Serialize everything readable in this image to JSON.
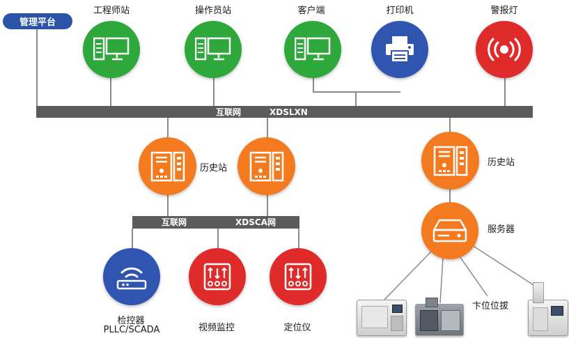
{
  "platform": {
    "label": "管理平台"
  },
  "top_nodes": [
    {
      "label": "工程师站",
      "icon": "workstation-icon"
    },
    {
      "label": "操作员站",
      "icon": "workstation-icon"
    },
    {
      "label": "客户端",
      "icon": "workstation-icon"
    },
    {
      "label": "打印机",
      "icon": "printer-icon"
    },
    {
      "label": "警报灯",
      "icon": "alarm-light-icon"
    }
  ],
  "main_bus": {
    "left_text": "互联网",
    "right_text": "XDSLXN"
  },
  "history_pair": {
    "label": "历史站",
    "icon": "server-tower-icon"
  },
  "lower_bus": {
    "left_text": "互联网",
    "right_text": "XDSCA网"
  },
  "field_nodes": [
    {
      "label_line1": "检控器",
      "label_line2": "PLLC/SCADA",
      "icon": "router-icon"
    },
    {
      "label_line1": "视频监控",
      "label_line2": "",
      "icon": "io-control-icon"
    },
    {
      "label_line1": "定位仪",
      "label_line2": "",
      "icon": "io-control-icon"
    }
  ],
  "right_history": {
    "label": "历史站",
    "icon": "server-tower-icon"
  },
  "server": {
    "label": "服务器",
    "icon": "server-icon"
  },
  "instrument_caption": "卞位位拔",
  "colors": {
    "green": "#2ea83a",
    "blue": "#2f55b0",
    "red": "#e02b2b",
    "orange": "#f47a20",
    "bus": "#5b5b5b",
    "badge": "#2b53a8"
  }
}
